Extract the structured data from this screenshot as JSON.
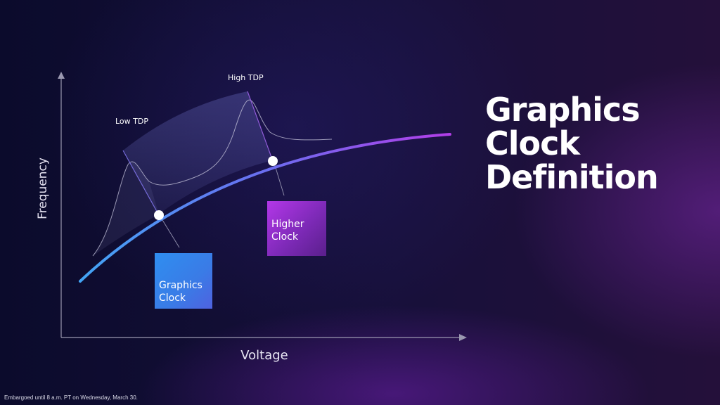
{
  "title_lines": [
    "Graphics",
    "Clock",
    "Definition"
  ],
  "axes": {
    "x_label": "Voltage",
    "y_label": "Frequency"
  },
  "annotations": {
    "low_tdp": "Low TDP",
    "high_tdp": "High TDP"
  },
  "boxes": {
    "graphics_clock": [
      "Graphics",
      "Clock"
    ],
    "higher_clock": [
      "Higher",
      "Clock"
    ]
  },
  "footer": "Embargoed until 8 a.m. PT on Wednesday, March 30.",
  "colors": {
    "curve_start": "#42a5f5",
    "curve_end": "#b23ee8",
    "graphics_box": "#3a7be6",
    "higher_box": "#9a30d0",
    "axis": "#9a98b0"
  }
}
